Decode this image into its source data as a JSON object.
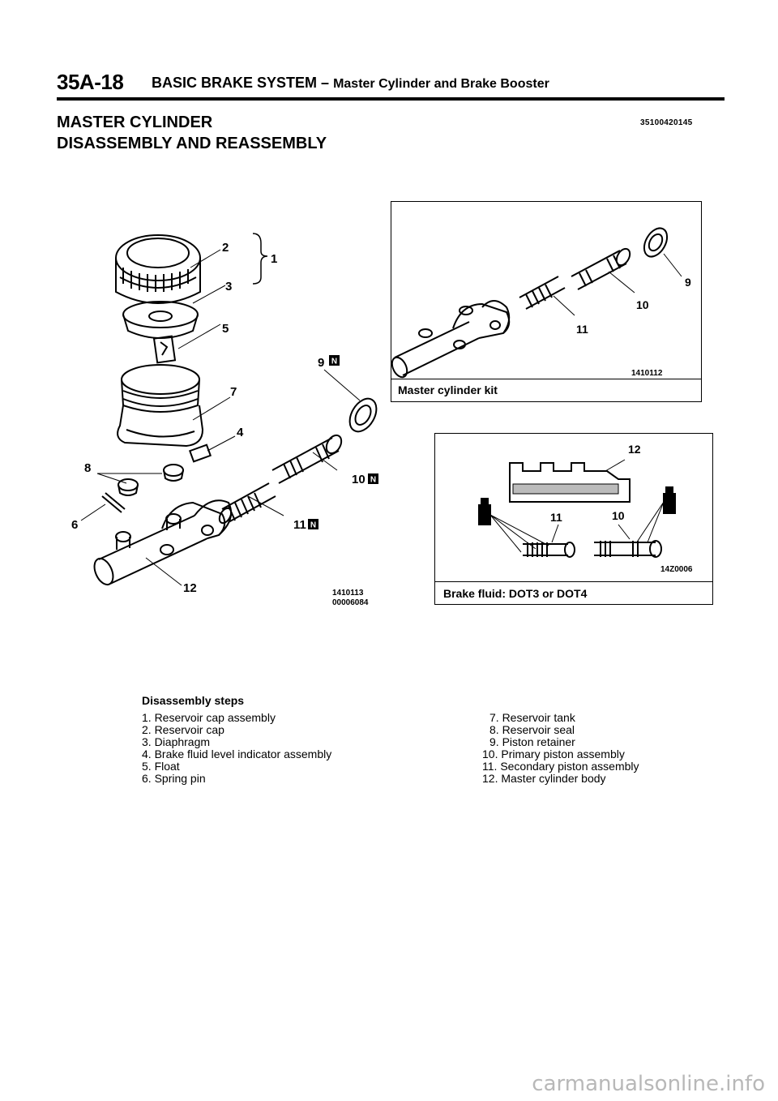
{
  "header": {
    "page_number": "35A-18",
    "section": "BASIC BRAKE SYSTEM",
    "separator": "–",
    "subsection": "Master Cylinder and Brake Booster"
  },
  "title_line1": "MASTER CYLINDER",
  "title_line2": "DISASSEMBLY AND REASSEMBLY",
  "doc_number": "35100420145",
  "main_diagram": {
    "labels": {
      "l1": "1",
      "l2": "2",
      "l3": "3",
      "l4": "4",
      "l5": "5",
      "l6": "6",
      "l7": "7",
      "l8": "8",
      "l9": "9",
      "l10": "10",
      "l11": "11",
      "l12": "12"
    },
    "new_part_mark": "N",
    "code_line1": "1410113",
    "code_line2": "00006084"
  },
  "kit_panel": {
    "labels": {
      "l9": "9",
      "l10": "10",
      "l11": "11"
    },
    "code": "1410112",
    "caption": "Master cylinder kit"
  },
  "fluid_panel": {
    "labels": {
      "l10": "10",
      "l11": "11",
      "l12": "12"
    },
    "code": "14Z0006",
    "caption": "Brake fluid: DOT3 or DOT4"
  },
  "steps": {
    "heading": "Disassembly steps",
    "left": [
      "1. Reservoir cap assembly",
      "2. Reservoir cap",
      "3. Diaphragm",
      "4. Brake fluid level indicator assembly",
      "5. Float",
      "6. Spring pin"
    ],
    "right": [
      "7. Reservoir tank",
      "8. Reservoir seal",
      "9. Piston retainer",
      "10. Primary piston assembly",
      "11. Secondary piston assembly",
      "12. Master cylinder body"
    ]
  },
  "watermark": "carmanualsonline.info"
}
